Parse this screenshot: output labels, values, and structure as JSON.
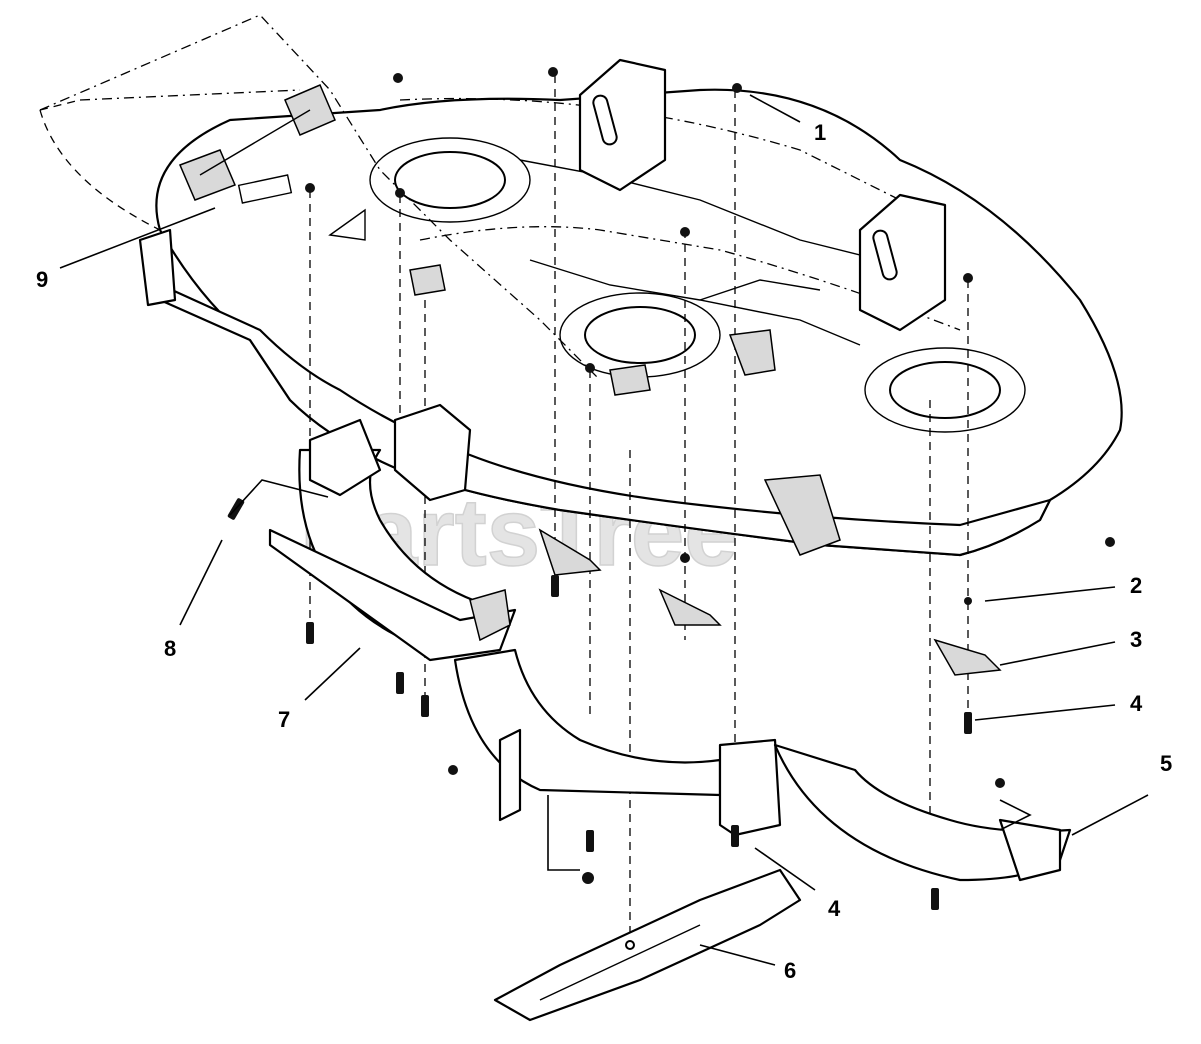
{
  "watermark": {
    "text": "PartsTree",
    "trademark": "™"
  },
  "callouts": [
    {
      "id": "1",
      "label": "1"
    },
    {
      "id": "2",
      "label": "2"
    },
    {
      "id": "3",
      "label": "3"
    },
    {
      "id": "4a",
      "label": "4"
    },
    {
      "id": "4b",
      "label": "4"
    },
    {
      "id": "5",
      "label": "5"
    },
    {
      "id": "6",
      "label": "6"
    },
    {
      "id": "7",
      "label": "7"
    },
    {
      "id": "8",
      "label": "8"
    },
    {
      "id": "9",
      "label": "9"
    }
  ]
}
